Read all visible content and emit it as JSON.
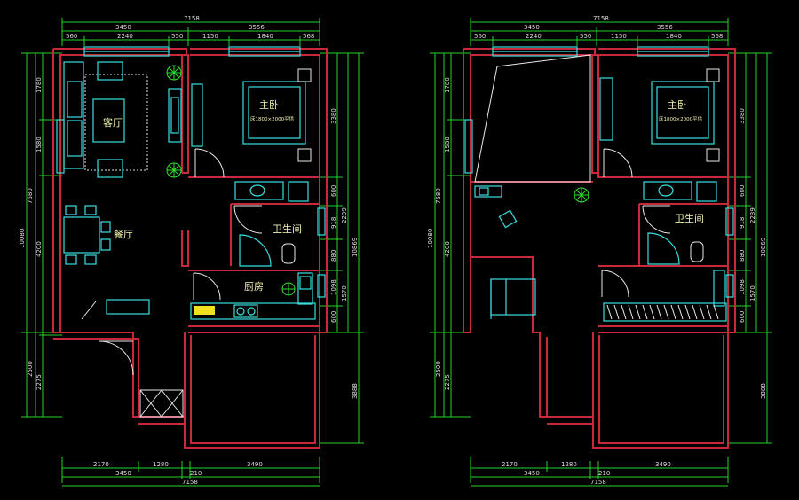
{
  "plans": [
    {
      "id": "left",
      "rooms": {
        "living": "客厅",
        "dining": "餐厅",
        "master": "主卧",
        "bath": "卫生间",
        "kitchen": "厨房"
      },
      "bed_note": "床1800×2000平供",
      "top_total": "7158",
      "top_sub": [
        "3450",
        "3556"
      ],
      "top_parts": [
        "560",
        "2240",
        "550",
        "1150",
        "1840",
        "568"
      ],
      "bottom_parts": [
        "2170",
        "1280",
        "3490"
      ],
      "bottom_sub": [
        "3450",
        "210"
      ],
      "bottom_total": "7158",
      "left_outer": [
        "7580",
        "10080",
        "2500"
      ],
      "left_inner": [
        "1780",
        "1580",
        "4200",
        "2275"
      ],
      "right_inner": [
        "3380",
        "600",
        "918",
        "880",
        "1098",
        "600"
      ],
      "right_outer": [
        "2239",
        "10869",
        "1570",
        "3888"
      ]
    },
    {
      "id": "right",
      "rooms": {
        "master": "主卧",
        "bath": "卫生间"
      },
      "bed_note": "床1800×2000平供",
      "top_total": "7158",
      "top_sub": [
        "3450",
        "3556"
      ],
      "top_parts": [
        "560",
        "2240",
        "550",
        "1150",
        "1840",
        "568"
      ],
      "bottom_parts": [
        "2170",
        "1280",
        "3490"
      ],
      "bottom_sub": [
        "3450",
        "210"
      ],
      "bottom_total": "7158",
      "left_outer": [
        "7580",
        "10080",
        "2500"
      ],
      "left_inner": [
        "1780",
        "1580",
        "4200",
        "2275"
      ],
      "right_inner": [
        "3380",
        "600",
        "918",
        "880",
        "1098",
        "600"
      ],
      "right_outer": [
        "2239",
        "10869",
        "1570",
        "3888"
      ]
    }
  ],
  "colors": {
    "wall": "#c8283a",
    "dimension": "#25d52a",
    "furniture": "#38e0e0",
    "text": "#f4f4b0",
    "background": "#000000"
  }
}
